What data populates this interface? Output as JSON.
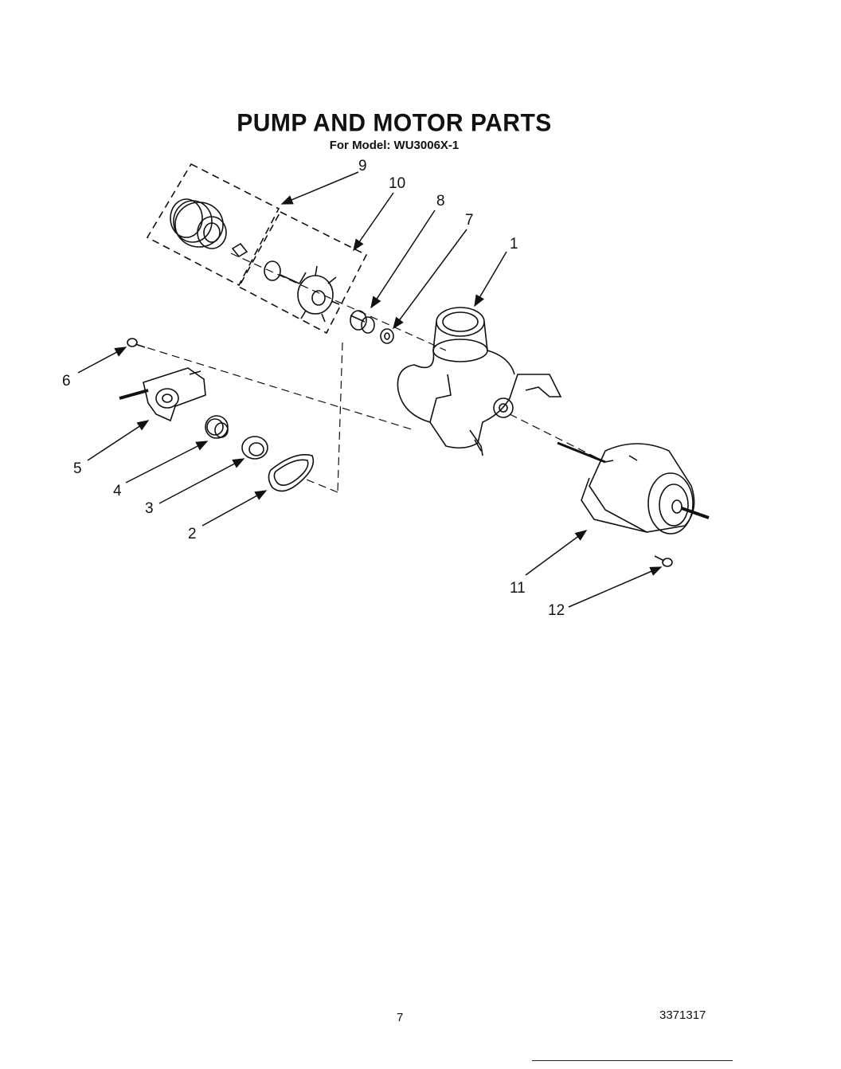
{
  "header": {
    "title": "PUMP AND MOTOR PARTS",
    "model_line": "For Model: WU3006X-1"
  },
  "callouts": [
    {
      "id": "c1",
      "label": "1"
    },
    {
      "id": "c2",
      "label": "2"
    },
    {
      "id": "c3",
      "label": "3"
    },
    {
      "id": "c4",
      "label": "4"
    },
    {
      "id": "c5",
      "label": "5"
    },
    {
      "id": "c6",
      "label": "6"
    },
    {
      "id": "c7",
      "label": "7"
    },
    {
      "id": "c8",
      "label": "8"
    },
    {
      "id": "c9",
      "label": "9"
    },
    {
      "id": "c10",
      "label": "10"
    },
    {
      "id": "c11",
      "label": "11"
    },
    {
      "id": "c12",
      "label": "12"
    }
  ],
  "footer": {
    "page_number": "7",
    "document_number": "3371317"
  }
}
